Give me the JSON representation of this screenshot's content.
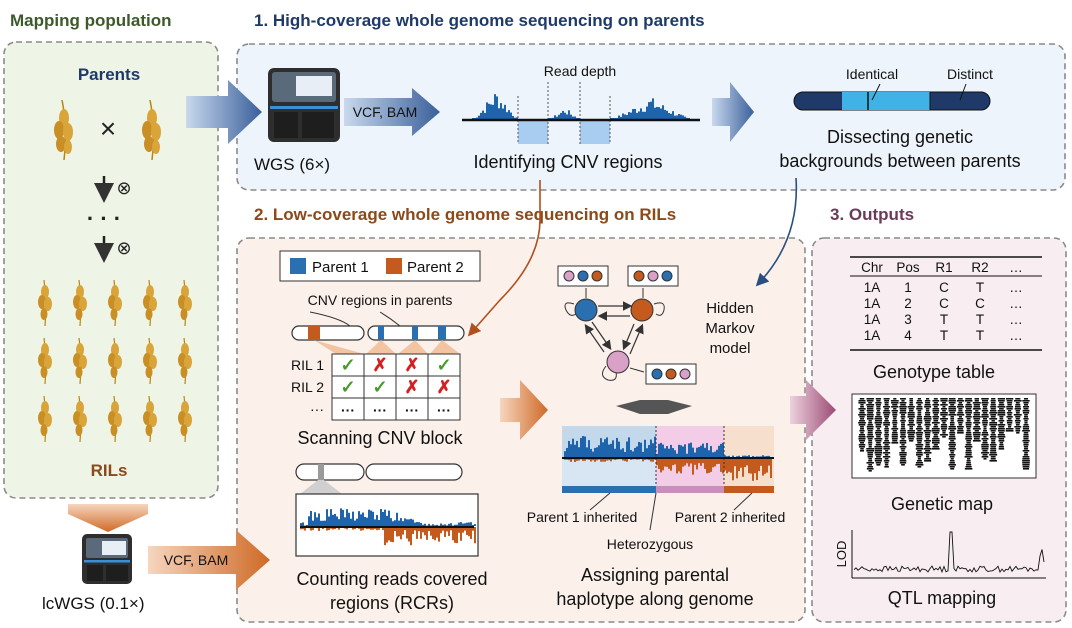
{
  "colors": {
    "title_green": "#3d5a2a",
    "title_navy": "#1f3a68",
    "title_brown": "#8a4a1c",
    "title_purple": "#6b3a5a",
    "parent1": "#2a6fb0",
    "parent2": "#c45a1e",
    "hetero": "#d9a0c8",
    "light_blue": "#8ab8e3",
    "panel_green": "#eef4e6",
    "panel_blue": "#eef4fb",
    "panel_peach": "#fbf0ea",
    "panel_pink": "#f8eef2"
  },
  "mapping_population": {
    "title": "Mapping population",
    "parents_label": "Parents",
    "cross_symbol": "×",
    "selfing_symbol": "⊗",
    "dots": "· · ·",
    "rils_label": "RILs"
  },
  "section1": {
    "title": "1. High-coverage whole genome sequencing on parents",
    "wgs_label": "WGS (6×)",
    "vcf_bam": "VCF, BAM",
    "read_depth": "Read depth",
    "identifying_cnv": "Identifying CNV regions",
    "identical": "Identical",
    "distinct": "Distinct",
    "dissecting_line1": "Dissecting genetic",
    "dissecting_line2": "backgrounds between parents"
  },
  "section2": {
    "title": "2. Low-coverage whole genome sequencing on RILs",
    "legend_parent1": "Parent 1",
    "legend_parent2": "Parent 2",
    "cnv_regions_parents": "CNV regions in parents",
    "ril_rows": [
      {
        "label": "RIL 1",
        "marks": [
          "check",
          "cross",
          "cross",
          "check"
        ]
      },
      {
        "label": "RIL 2",
        "marks": [
          "check",
          "check",
          "cross",
          "cross"
        ]
      },
      {
        "label": "···",
        "marks": [
          "dots",
          "dots",
          "dots",
          "dots"
        ]
      }
    ],
    "check_symbol": "✓",
    "cross_symbol": "✗",
    "row_dots": "···",
    "scanning": "Scanning CNV block",
    "counting_line1": "Counting reads covered",
    "counting_line2": "regions (RCRs)",
    "hmm_line1": "Hidden",
    "hmm_line2": "Markov",
    "hmm_line3": "model",
    "parent1_inherited": "Parent 1 inherited",
    "parent2_inherited": "Parent 2 inherited",
    "heterozygous": "Heterozygous",
    "assigning_line1": "Assigning parental",
    "assigning_line2": "haplotype along genome",
    "lcwgs_label": "lcWGS (0.1×)",
    "vcf_bam": "VCF, BAM"
  },
  "section3": {
    "title": "3. Outputs",
    "table_headers": [
      "Chr",
      "Pos",
      "R1",
      "R2",
      "…"
    ],
    "table_rows": [
      [
        "1A",
        "1",
        "C",
        "T",
        "…"
      ],
      [
        "1A",
        "2",
        "C",
        "C",
        "…"
      ],
      [
        "1A",
        "3",
        "T",
        "T",
        "…"
      ],
      [
        "1A",
        "4",
        "T",
        "T",
        "…"
      ]
    ],
    "genotype_table": "Genotype table",
    "genetic_map": "Genetic map",
    "lod": "LOD",
    "qtl_mapping": "QTL mapping"
  }
}
